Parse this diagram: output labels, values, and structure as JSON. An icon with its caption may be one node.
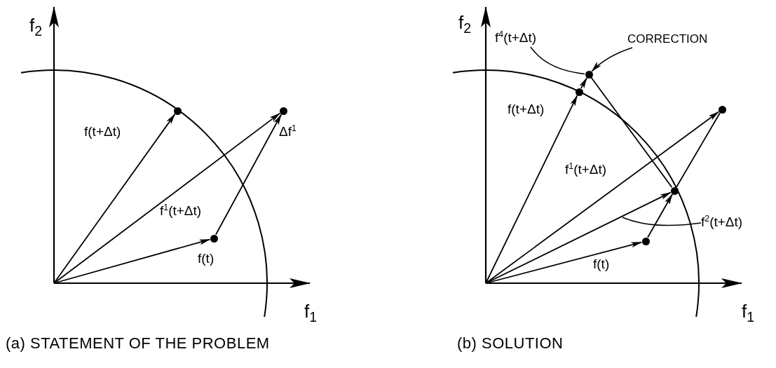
{
  "diagram": {
    "nodes": [
      {
        "text": [],
        "shape": "circle"
      },
      {
        "text": [],
        "shape": "circle"
      },
      {
        "text": [],
        "shape": "circle"
      },
      {
        "text": [
          "f$^{4}$(t+Δt)"
        ]
      },
      {
        "text": [
          "CORRECTION"
        ]
      },
      {
        "text": [
          "f$^{2}$(t+Δt)"
        ]
      },
      {
        "text": [],
        "shape": "circle"
      },
      {
        "text": [],
        "shape": "circle"
      },
      {
        "text": [],
        "shape": "circle"
      },
      {
        "text": [],
        "shape": "circle"
      },
      {
        "text": [],
        "shape": "circle"
      }
    ],
    "edges": [
      {
        "from": null,
        "to": 1,
        "arrow": "to",
        "label": "f(t+Δt)"
      },
      {
        "from": null,
        "to": 2,
        "arrow": "to",
        "label": "f$^{1}$(t+Δt)"
      },
      {
        "from": null,
        "to": 0,
        "arrow": "to",
        "label": "f(t)"
      },
      {
        "from": 0,
        "to": 2,
        "arrow": "to",
        "label": "Δf$^{1}$"
      },
      {
        "from": 3,
        "to": 7,
        "arrow": "none"
      },
      {
        "from": 4,
        "to": 7,
        "arrow": "to"
      },
      {
        "from": null,
        "to": 6,
        "arrow": "to",
        "label": "f(t+Δt)"
      },
      {
        "from": 6,
        "to": 7,
        "arrow": "to"
      },
      {
        "from": 7,
        "to": 9,
        "arrow": "none"
      },
      {
        "from": null,
        "to": 8,
        "arrow": "to",
        "label": "f$^{1}$(t+Δt)"
      },
      {
        "from": null,
        "to": 9,
        "arrow": "to"
      },
      {
        "from": 9,
        "to": 8,
        "arrow": "none"
      },
      {
        "from": null,
        "to": 10,
        "arrow": "to",
        "label": "f(t)"
      },
      {
        "from": 10,
        "to": 9,
        "arrow": "to"
      },
      {
        "from": 5,
        "to": null,
        "arrow": "none"
      }
    ],
    "labels": [
      "f$_{2}$",
      "f$_{1}$",
      "f$_{2}$",
      "f$_{1}$",
      "(a) STATEMENT OF THE PROBLEM",
      "(b) SOLUTION"
    ]
  }
}
